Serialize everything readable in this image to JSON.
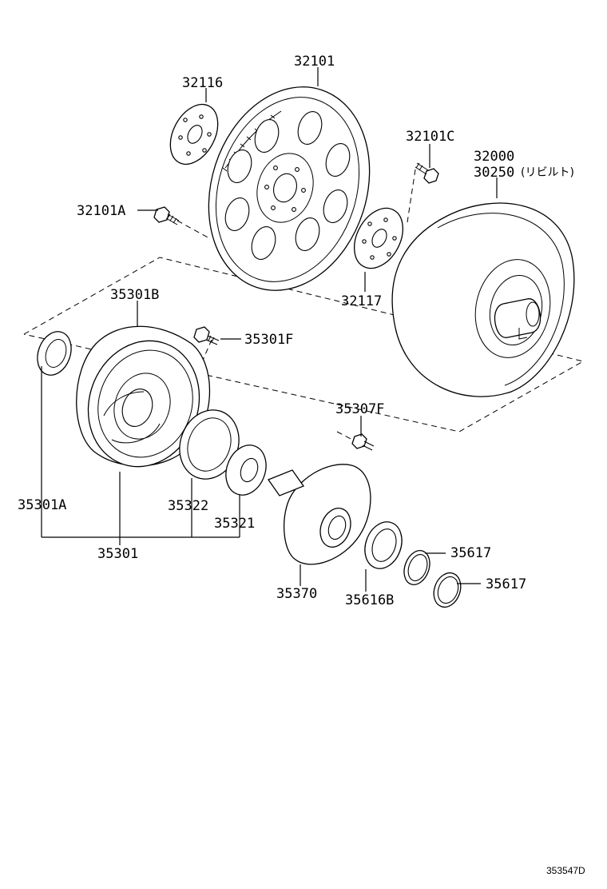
{
  "labels": {
    "p32101": "32101",
    "p32116": "32116",
    "p32101C": "32101C",
    "p32000": "32000",
    "p30250": "30250",
    "p30250_note": "(リビルト)",
    "p32101A": "32101A",
    "p32117": "32117",
    "p35301B": "35301B",
    "p35301F": "35301F",
    "p35307F": "35307F",
    "p35301A": "35301A",
    "p35322": "35322",
    "p35321": "35321",
    "p35301": "35301",
    "p35617a": "35617",
    "p35617b": "35617",
    "p35370": "35370",
    "p35616B": "35616B"
  },
  "diagram_ref": "353547D"
}
